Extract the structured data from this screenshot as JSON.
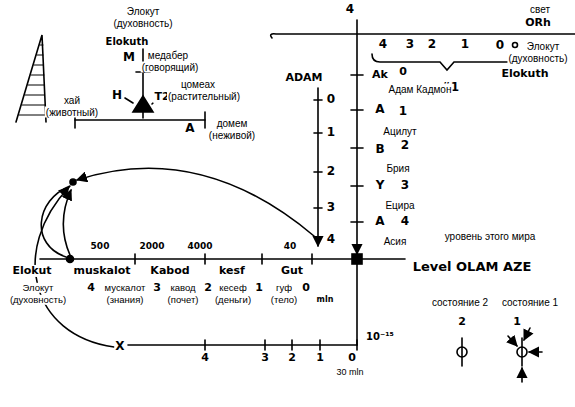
{
  "diagram": {
    "labels": [
      "Элокут",
      "(духовность)",
      "Elokuth",
      "M",
      "медабер",
      "(говорящий)",
      "H",
      "T2",
      "хай",
      "(животный)",
      "цомеах",
      "(растительный)",
      "A",
      "домем",
      "(неживой)",
      "4",
      "свет",
      "ORh",
      "4",
      "3",
      "2",
      "1",
      "0",
      "Элокут",
      "(духовность)",
      "Elokuth",
      "#1",
      "ADAM",
      "Ak",
      "0",
      "Адам Кадмон",
      "0",
      "1",
      "2",
      "3",
      "4",
      "A",
      "1",
      "Ацилут",
      "B",
      "2",
      "Брия",
      "Y",
      "3",
      "Ецира",
      "A",
      "4",
      "Асия",
      "уровень этого мира",
      "Level OLAM AZE",
      "500",
      "2000",
      "4000",
      "40",
      "Elokut",
      "muskalot",
      "Kabod",
      "kesf",
      "Gut",
      "Элокут",
      "(духовность)",
      "4",
      "мускалот",
      "(знания)",
      "3",
      "кавод",
      "(почет)",
      "2",
      "кесеф",
      "(деньги)",
      "1",
      "гуф",
      "(тело)",
      "0",
      "mln",
      "X",
      "4",
      "3",
      "2",
      "1",
      "0",
      "30 mln",
      "10⁻¹⁵",
      "состояние 2",
      "состояние 1",
      "2",
      "1"
    ]
  }
}
